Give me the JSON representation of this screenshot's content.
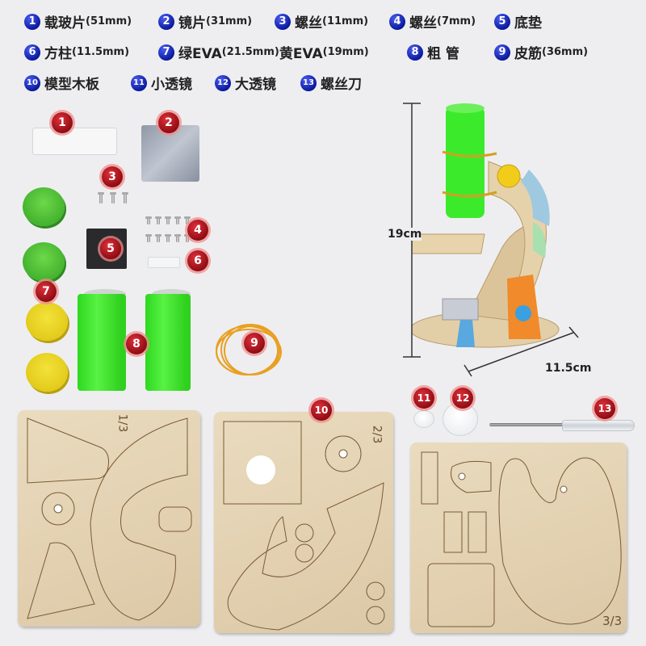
{
  "legend": {
    "rows": [
      [
        {
          "num": "1",
          "name": "载玻片",
          "dim": "(51mm)"
        },
        {
          "num": "2",
          "name": "镜片",
          "dim": "(31mm)"
        },
        {
          "num": "3",
          "name": "螺丝",
          "dim": "(11mm)"
        },
        {
          "num": "4",
          "name": "螺丝",
          "dim": "(7mm)"
        },
        {
          "num": "5",
          "name": "底垫",
          "dim": ""
        }
      ],
      [
        {
          "num": "6",
          "name": "方柱",
          "dim": "(11.5mm)"
        },
        {
          "num": "7",
          "name": "绿EVA",
          "dim": "(21.5mm)",
          "name2": "黄EVA",
          "dim2": "(19mm)"
        },
        {
          "num": "8",
          "name": "粗 管",
          "dim": ""
        },
        {
          "num": "9",
          "name": "皮筋",
          "dim": "(36mm)"
        }
      ],
      [
        {
          "num": "10",
          "name": "模型木板",
          "dim": ""
        },
        {
          "num": "11",
          "name": "小透镜",
          "dim": ""
        },
        {
          "num": "12",
          "name": "大透镜",
          "dim": ""
        },
        {
          "num": "13",
          "name": "螺丝刀",
          "dim": ""
        }
      ]
    ]
  },
  "markers": [
    "1",
    "2",
    "3",
    "4",
    "5",
    "6",
    "7",
    "8",
    "9",
    "10",
    "11",
    "12",
    "13"
  ],
  "dimensions": {
    "height": "19cm",
    "width": "11.5cm"
  },
  "boards": [
    {
      "page": "1/3"
    },
    {
      "page": "2/3"
    },
    {
      "page": "3/3"
    }
  ],
  "colors": {
    "legend_badge": "#0a1a9e",
    "marker": "#a01018",
    "tube_green": "#3ee02a",
    "eva_yellow": "#f0dc2a",
    "wood": "#e6d5b6"
  }
}
